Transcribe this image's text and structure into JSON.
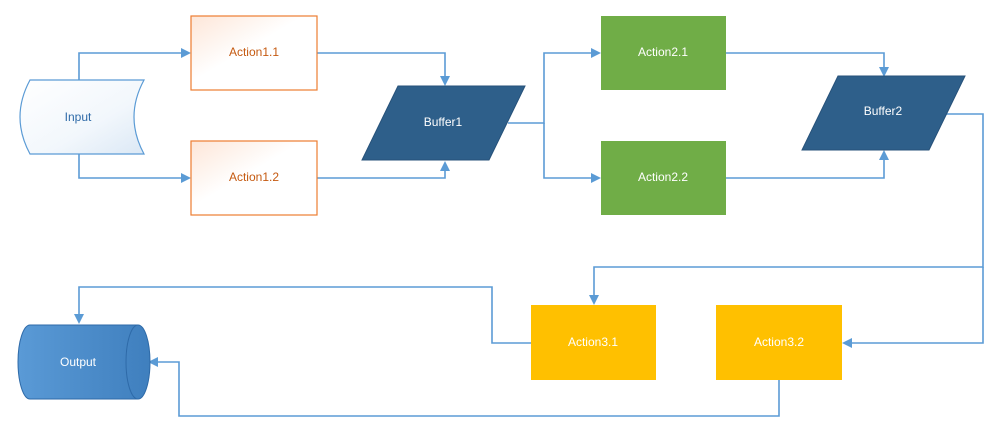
{
  "nodes": {
    "input": {
      "label": "Input"
    },
    "action1_1": {
      "label": "Action1.1"
    },
    "action1_2": {
      "label": "Action1.2"
    },
    "buffer1": {
      "label": "Buffer1"
    },
    "action2_1": {
      "label": "Action2.1"
    },
    "action2_2": {
      "label": "Action2.2"
    },
    "buffer2": {
      "label": "Buffer2"
    },
    "action3_1": {
      "label": "Action3.1"
    },
    "action3_2": {
      "label": "Action3.2"
    },
    "output": {
      "label": "Output"
    }
  },
  "colors": {
    "connector": "#5b9bd5",
    "action1_border": "#ed7d31",
    "action1_text": "#c55a11",
    "action2_fill": "#70ad47",
    "buffer_fill": "#2e5f8a",
    "action3_fill": "#ffc000",
    "input_border": "#5b9bd5",
    "output_fill": "#4a8ac9"
  }
}
